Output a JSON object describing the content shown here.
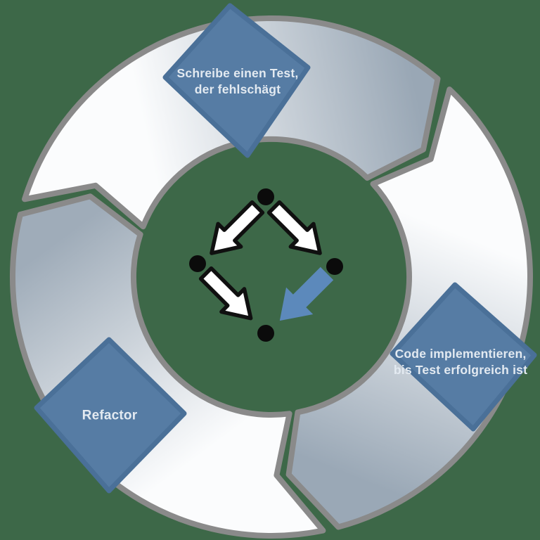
{
  "background": {
    "color": "#3D6848"
  },
  "cycle_ring": {
    "outline_color": "#8A8A8A",
    "segments": [
      {
        "name": "top",
        "start_color": "#FBFCFD",
        "end_color": "#99A7B5"
      },
      {
        "name": "right",
        "start_color": "#FBFCFD",
        "end_color": "#9AA8B6"
      },
      {
        "name": "bottom-left",
        "start_color": "#FBFCFD",
        "end_color": "#9FACB9"
      }
    ]
  },
  "steps": [
    {
      "id": "write-failing-test",
      "lines": [
        "Schreibe einen Test,",
        "der fehlschägt"
      ]
    },
    {
      "id": "implement-code",
      "lines": [
        "Code implementieren,",
        "bis Test erfolgreich ist"
      ]
    },
    {
      "id": "refactor",
      "lines": [
        "Refactor"
      ]
    }
  ],
  "step_style": {
    "fill": "#567CA4",
    "edge": "#4A7098",
    "text_color": "#E3EAF1"
  },
  "center_glyph": {
    "dot_color": "#0B0B0B",
    "white_arrow_fill": "#FFFFFF",
    "white_arrow_outline": "#101010",
    "blue_arrow_fill": "#5C89BB"
  }
}
